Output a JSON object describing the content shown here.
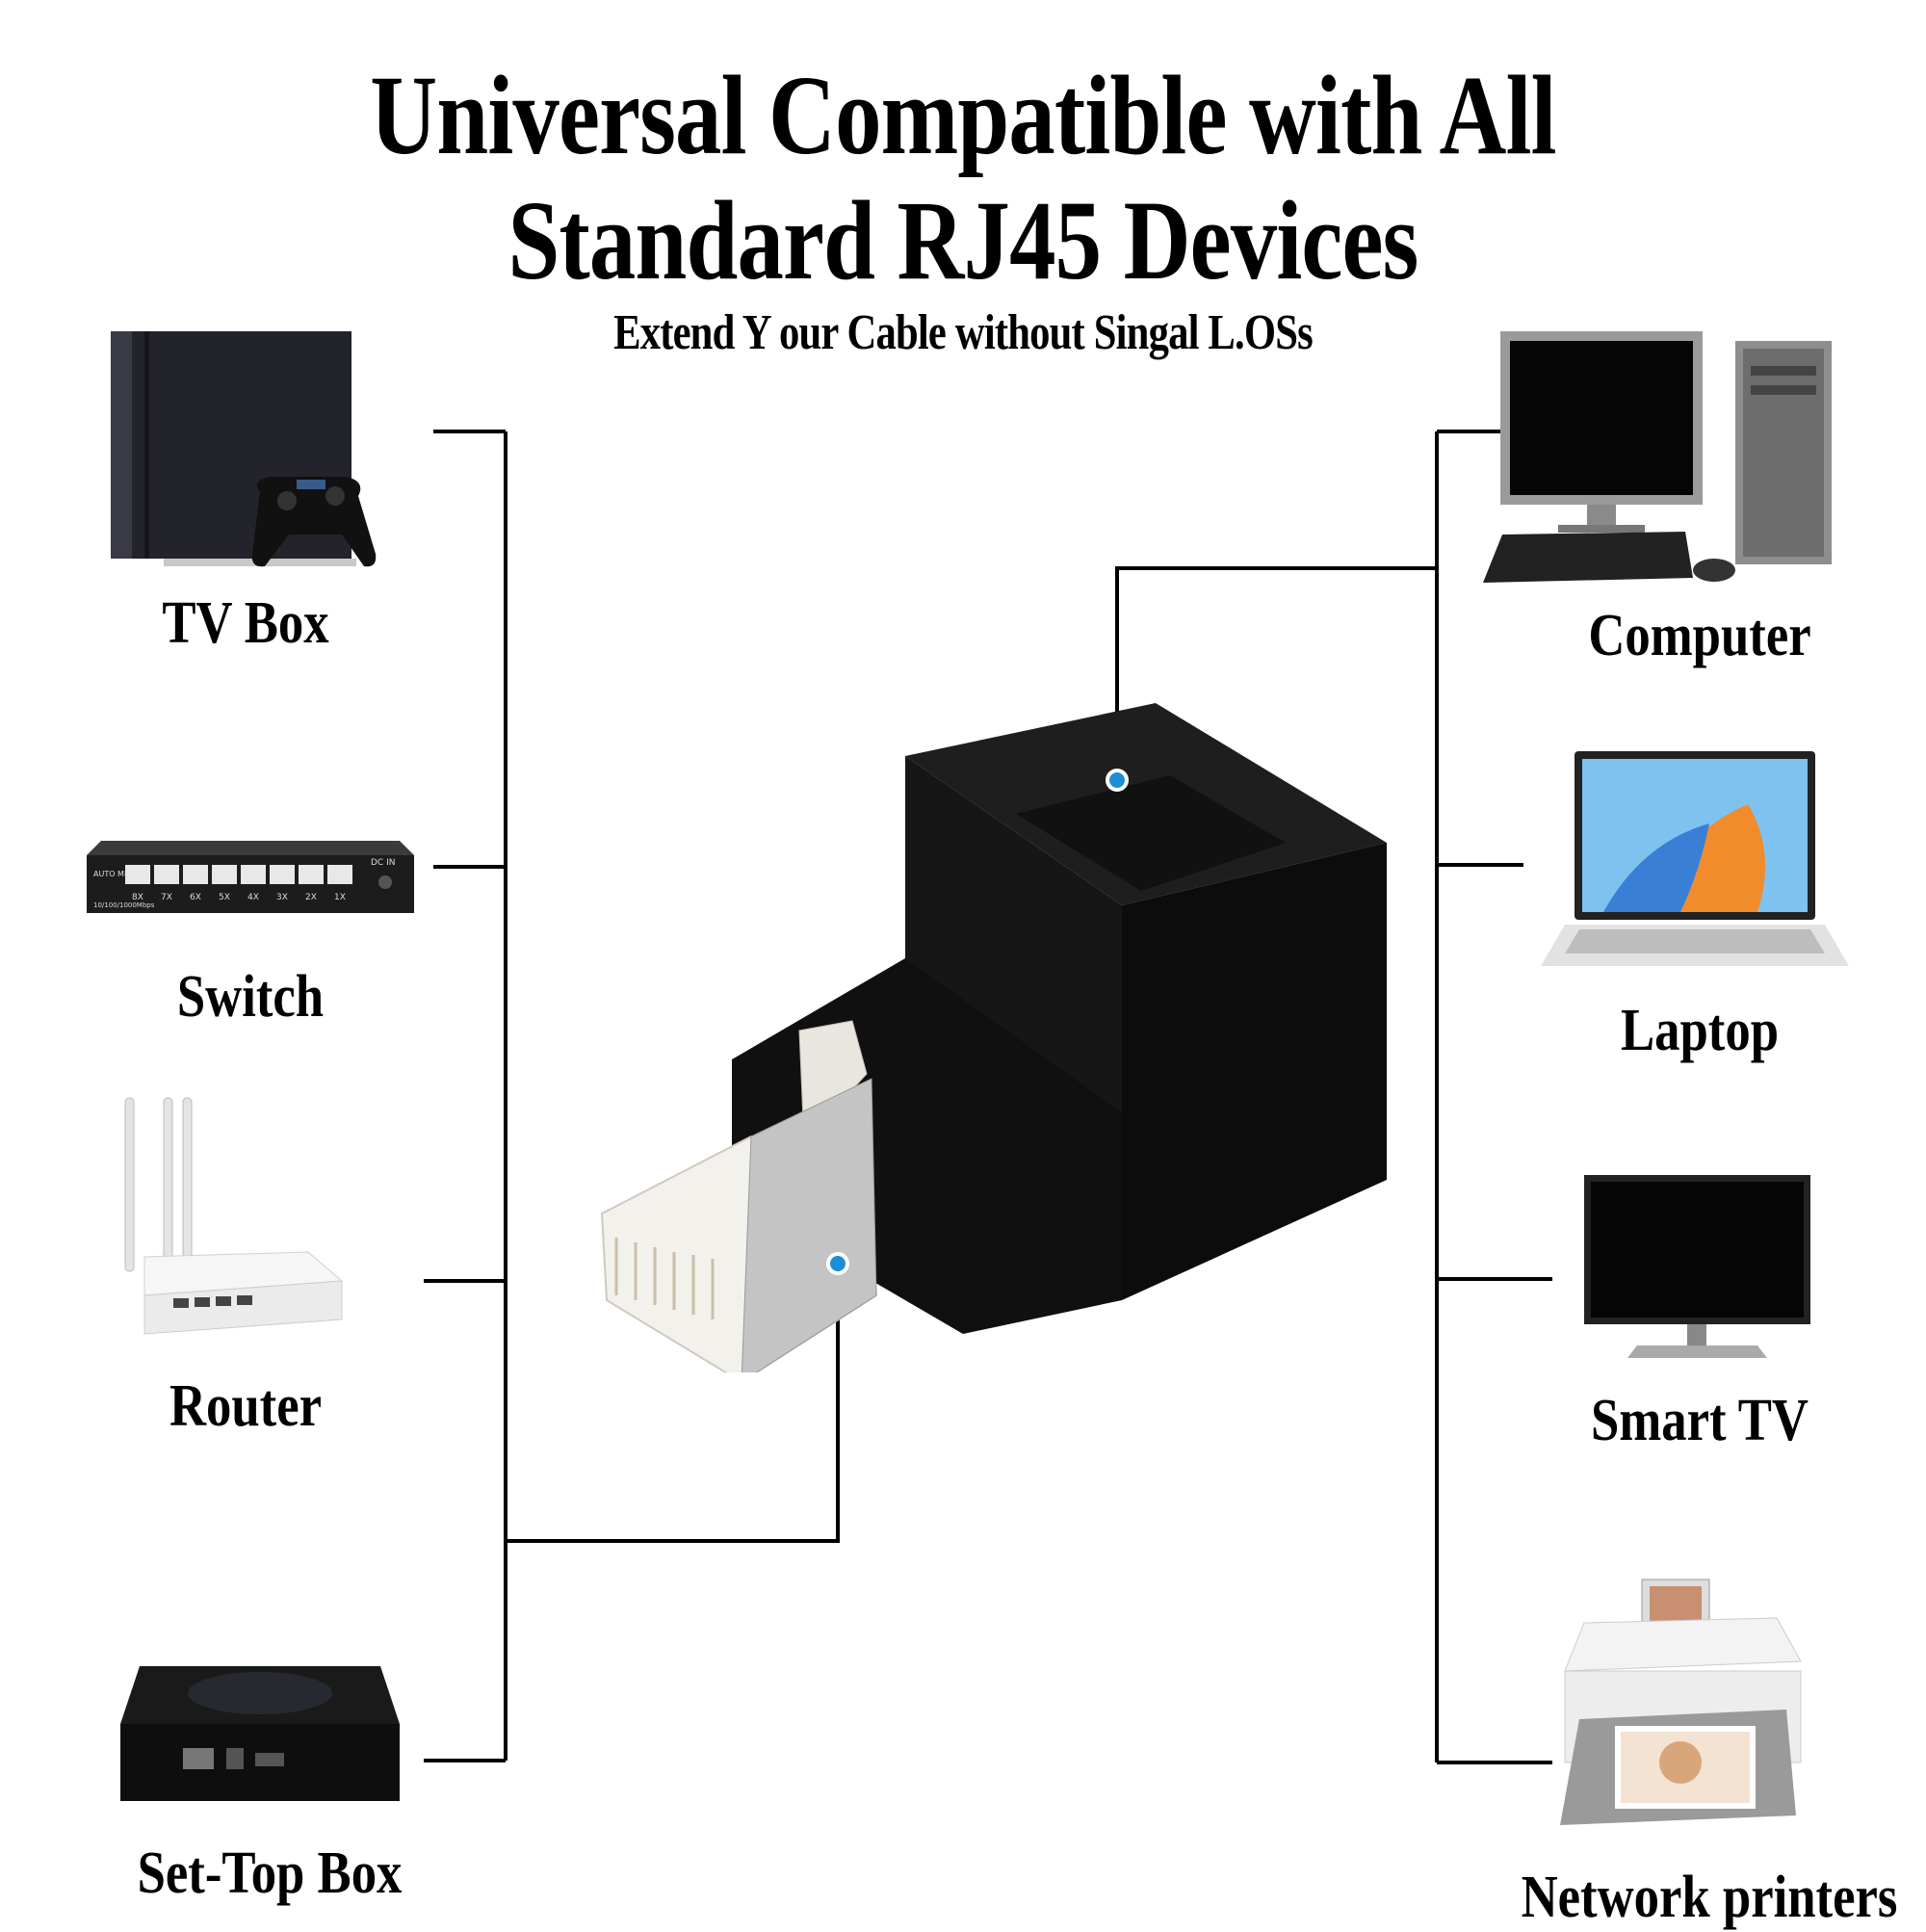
{
  "header": {
    "title_line1": "Universal Compatible with All",
    "title_line2": "Standard RJ45 Devices",
    "subtitle": "Extend Y our Cable without Singal L.OSs"
  },
  "devices_left": [
    {
      "label": "TV Box",
      "icon": "game-console-icon"
    },
    {
      "label": "Switch",
      "icon": "network-switch-icon"
    },
    {
      "label": "Router",
      "icon": "router-icon"
    },
    {
      "label": "Set-Top Box",
      "icon": "set-top-box-icon"
    }
  ],
  "devices_right": [
    {
      "label": "Computer",
      "icon": "desktop-computer-icon"
    },
    {
      "label": "Laptop",
      "icon": "laptop-icon"
    },
    {
      "label": "Smart TV",
      "icon": "smart-tv-icon"
    },
    {
      "label": "Network printers",
      "icon": "photo-printer-icon"
    }
  ],
  "switch_panel": {
    "brand_text": "AUTO MDIX",
    "speed_text": "10/100/1000Mbps",
    "ports": [
      "8X",
      "7X",
      "6X",
      "5X",
      "4X",
      "3X",
      "2X",
      "1X"
    ],
    "power_text": "DC IN"
  },
  "colors": {
    "line": "#000000",
    "adapter": "#111111",
    "connector_dot": "#1a8fd6"
  }
}
